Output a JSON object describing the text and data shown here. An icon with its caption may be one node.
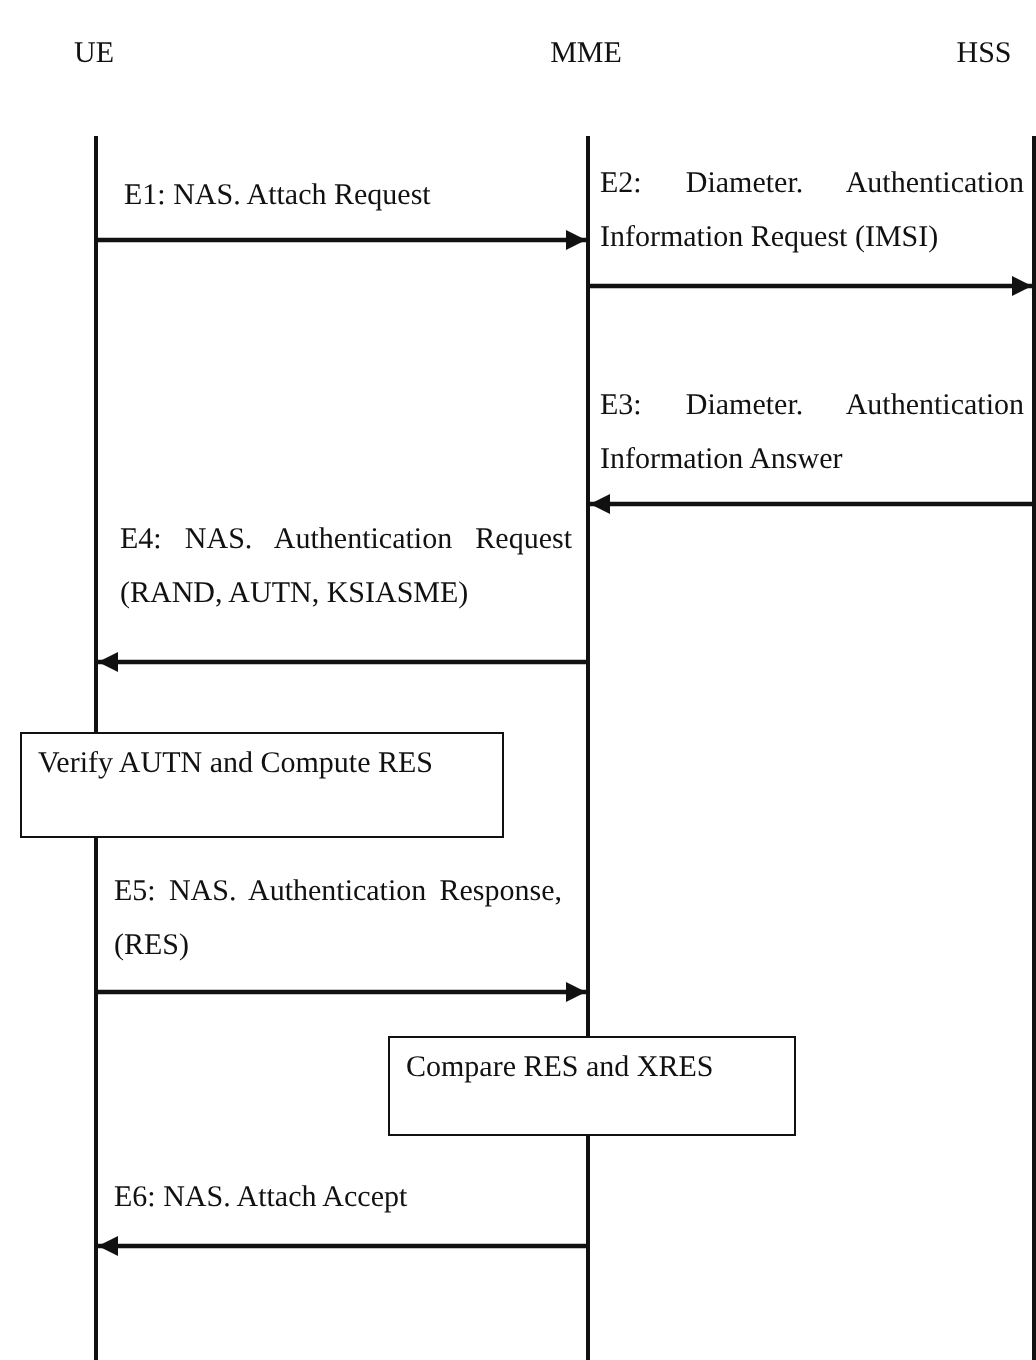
{
  "diagram": {
    "nodes": [
      {
        "text": [
          "UE"
        ]
      },
      {
        "text": [
          "MME"
        ]
      },
      {
        "text": [
          "HSS"
        ]
      },
      {
        "text": [
          "Verify AUTN and Compute RES"
        ]
      },
      {
        "text": [
          "Compare RES and XRES"
        ]
      }
    ],
    "edges": [
      {
        "from": 0,
        "to": 1,
        "arrow": "to",
        "label": "E1: NAS. Attach Request"
      },
      {
        "from": 1,
        "to": 2,
        "arrow": "to",
        "label": "E2: Diameter. Authentication Information Request (IMSI)"
      },
      {
        "from": 2,
        "to": 1,
        "arrow": "to",
        "label": "E3: Diameter. Authentication Information Answer"
      },
      {
        "from": 1,
        "to": 0,
        "arrow": "to",
        "label": "E4: NAS. Authentication Request (RAND, AUTN, KSIASME)"
      },
      {
        "from": 0,
        "to": 1,
        "arrow": "to",
        "label": "E5: NAS. Authentication Response, (RES)"
      },
      {
        "from": 1,
        "to": 0,
        "arrow": "to",
        "label": "E6: NAS. Attach Accept"
      }
    ]
  }
}
